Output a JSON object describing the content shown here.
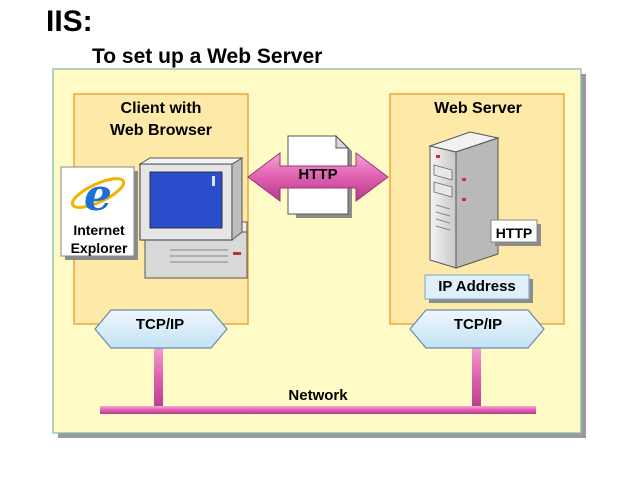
{
  "page": {
    "title": "IIS:",
    "subtitle": "To set up a Web Server"
  },
  "client": {
    "title_line1": "Client with",
    "title_line2": "Web Browser",
    "ie_line1": "Internet",
    "ie_line2": "Explorer"
  },
  "server": {
    "title": "Web Server",
    "http_label": "HTTP",
    "ip_label": "IP Address"
  },
  "connection": {
    "http_label": "HTTP"
  },
  "stack": {
    "left_label": "TCP/IP",
    "right_label": "TCP/IP"
  },
  "network": {
    "label": "Network"
  },
  "colors": {
    "panel_bg": "#fffbc6",
    "box_bg": "#fde9a8",
    "box_border": "#f0a43a",
    "pink": "#e060b0",
    "tcp_fill": "#d6ecf8",
    "monitor_screen": "#2a4dcc"
  },
  "icons": [
    "internet-explorer-icon",
    "desktop-computer-icon",
    "server-tower-icon",
    "document-icon"
  ]
}
